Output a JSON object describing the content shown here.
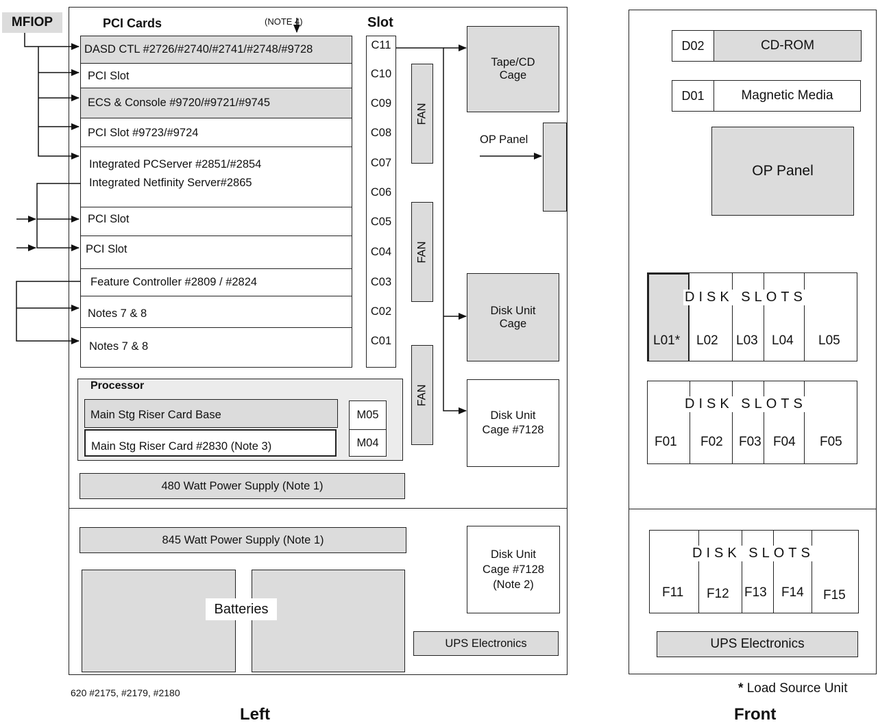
{
  "mfiop": "MFIOP",
  "pci_cards_title": "PCI Cards",
  "note4": "(NOTE 4)",
  "slot_title": "Slot",
  "pci_rows": [
    "DASD CTL #2726/#2740/#2741/#2748/#9728",
    "PCI Slot",
    "ECS & Console #9720/#9721/#9745",
    "PCI Slot    #9723/#9724",
    "Integrated PCServer  #2851/#2854",
    "Integrated Netfinity Server#2865",
    "PCI Slot",
    "PCI Slot",
    "Feature Controller  #2809 / #2824",
    "Notes 7 & 8",
    "Notes 7 & 8"
  ],
  "slots": [
    "C11",
    "C10",
    "C09",
    "C08",
    "C07",
    "C06",
    "C05",
    "C04",
    "C03",
    "C02",
    "C01"
  ],
  "fan": "FAN",
  "tape_cd_cage": [
    "Tape/CD",
    "Cage"
  ],
  "op_panel": "OP Panel",
  "disk_unit_cage": [
    "Disk Unit",
    "Cage"
  ],
  "disk_unit_cage_7128": [
    "Disk Unit",
    "Cage #7128"
  ],
  "disk_unit_cage_7128_note2": [
    "Disk Unit",
    "Cage #7128",
    "(Note 2)"
  ],
  "processor": {
    "title": "Processor",
    "riser_base": "Main Stg Riser Card Base",
    "riser_2830": "Main Stg Riser Card #2830  (Note 3)",
    "m05": "M05",
    "m04": "M04"
  },
  "ps_480": "480 Watt Power Supply (Note 1)",
  "ps_845": "845 Watt Power Supply (Note 1)",
  "batteries": "Batteries",
  "ups": "UPS Electronics",
  "model_text": "620  #2175, #2179, #2180",
  "left_caption": "Left",
  "front": {
    "d02": "D02",
    "cdrom": "CD-ROM",
    "d01": "D01",
    "magnetic_media": "Magnetic Media",
    "op_panel": "OP Panel",
    "disk_slots": "DISK SLOTS",
    "row_l": [
      "L01*",
      "L02",
      "L03",
      "L04",
      "L05"
    ],
    "row_f1": [
      "F01",
      "F02",
      "F03",
      "F04",
      "F05"
    ],
    "row_f2": [
      "F11",
      "F12",
      "F13",
      "F14",
      "F15"
    ],
    "ups": "UPS Electronics",
    "load_source_star": "*",
    "load_source": "Load Source Unit",
    "caption": "Front"
  },
  "colors": {
    "fill_gray": "#dcdcdc",
    "line": "#222222"
  }
}
